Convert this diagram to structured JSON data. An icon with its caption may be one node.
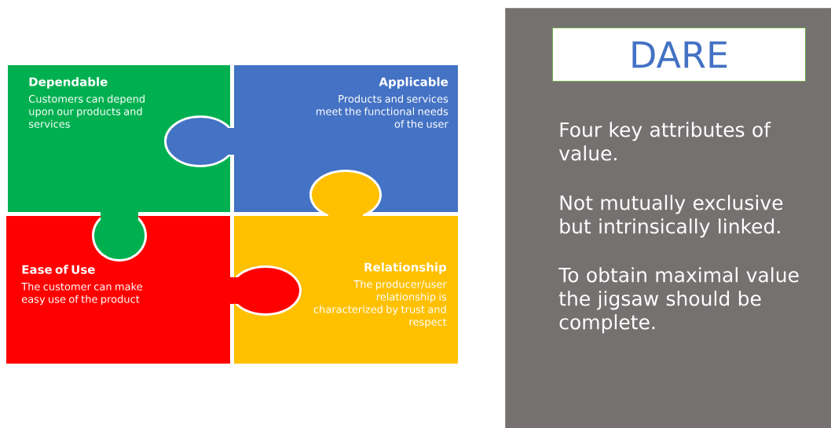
{
  "diagram": {
    "nodes": [
      {
        "text": [
          "Dependable",
          "Customers can depend upon our products and services"
        ]
      },
      {
        "text": [
          "Applicable",
          "Products and services meet the functional needs of the user"
        ]
      },
      {
        "text": [
          "Ease of Use",
          "The customer can make easy use of the product"
        ]
      },
      {
        "text": [
          "Relationship",
          "The producer/user relationship is characterized by trust and respect"
        ]
      },
      {
        "text": [
          "Four key attributes of value.",
          "Not mutually exclusive but intrinsically linked.",
          "To obtain maximal value the jigsaw should be complete."
        ]
      },
      {
        "text": [
          "DARE"
        ],
        "in": 4
      }
    ]
  }
}
